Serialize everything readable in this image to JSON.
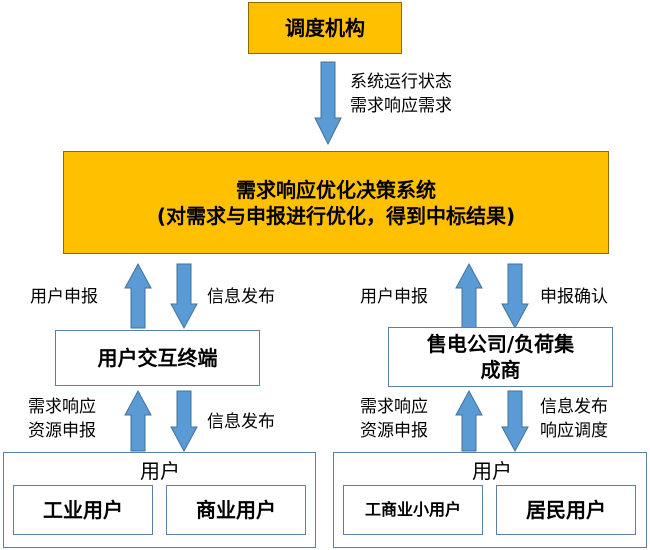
{
  "dispatch": {
    "label": "调度机构"
  },
  "top_flow": {
    "line1": "系统运行状态",
    "line2": "需求响应需求"
  },
  "system": {
    "line1": "需求响应优化决策系统",
    "line2": "(对需求与申报进行优化，得到中标结果)"
  },
  "left": {
    "up_label": "用户申报",
    "down_label": "信息发布",
    "terminal": "用户交互终端",
    "up2_line1": "需求响应",
    "up2_line2": "资源申报",
    "down2_label": "信息发布",
    "group_title": "用户",
    "user1": "工业用户",
    "user2": "商业用户"
  },
  "right": {
    "up_label": "用户申报",
    "down_label": "申报确认",
    "aggregator_line1": "售电公司/负荷集",
    "aggregator_line2": "成商",
    "up2_line1": "需求响应",
    "up2_line2": "资源申报",
    "down2_line1": "信息发布",
    "down2_line2": "响应调度",
    "group_title": "用户",
    "user1": "工商业小用户",
    "user2": "居民用户"
  },
  "colors": {
    "accent": "#FFC000",
    "arrow_fill": "#5B9BD5",
    "arrow_stroke": "#41719C",
    "box_border": "#5B7FA8"
  }
}
